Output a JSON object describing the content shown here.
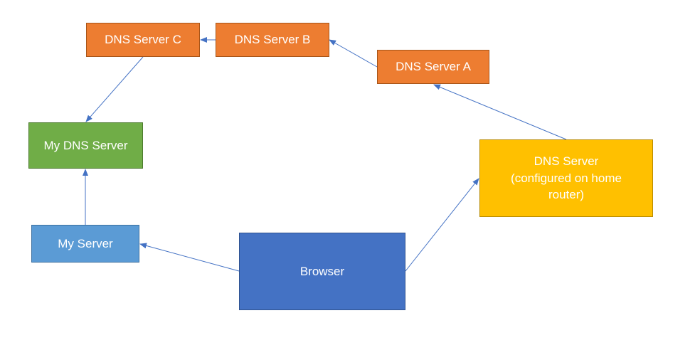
{
  "diagram": {
    "nodes": {
      "dns_server_c": {
        "label": "DNS Server C",
        "color": "#ed7d31"
      },
      "dns_server_b": {
        "label": "DNS Server B",
        "color": "#ed7d31"
      },
      "dns_server_a": {
        "label": "DNS Server A",
        "color": "#ed7d31"
      },
      "my_dns_server": {
        "label": "My DNS Server",
        "color": "#70ad47"
      },
      "my_server": {
        "label": "My Server",
        "color": "#5b9bd5"
      },
      "browser": {
        "label": "Browser",
        "color": "#4472c4"
      },
      "home_dns_server": {
        "label": "DNS Server\n(configured on home\nrouter)",
        "color": "#ffc000"
      }
    },
    "edges": [
      {
        "from": "browser",
        "to": "my_server"
      },
      {
        "from": "browser",
        "to": "home_dns_server"
      },
      {
        "from": "home_dns_server",
        "to": "dns_server_a"
      },
      {
        "from": "dns_server_a",
        "to": "dns_server_b"
      },
      {
        "from": "dns_server_b",
        "to": "dns_server_c"
      },
      {
        "from": "dns_server_c",
        "to": "my_dns_server"
      },
      {
        "from": "my_server",
        "to": "my_dns_server"
      }
    ],
    "edge_color": "#4472c4"
  }
}
